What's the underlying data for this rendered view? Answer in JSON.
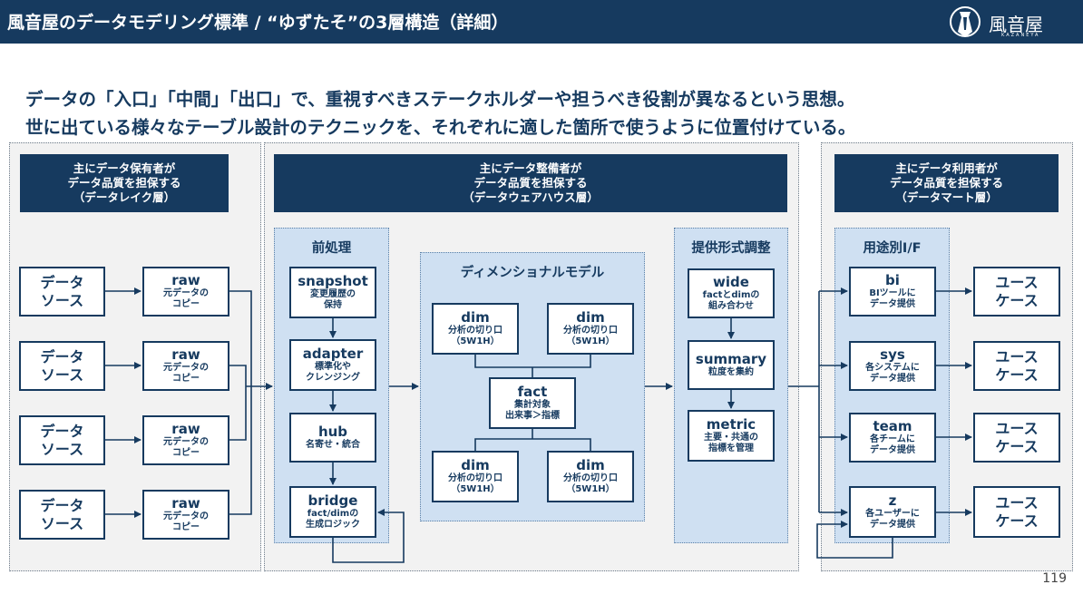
{
  "header": {
    "title": "風音屋のデータモデリング標準 / “ゆずたそ”の3層構造（詳細）",
    "logo_text": "風音屋",
    "logo_sub": "KAZANEYA"
  },
  "lead": {
    "line1": "データの「入口」「中間」「出口」で、重視すべきステークホルダーや担うべき役割が異なるという思想。",
    "line2": "世に出ている様々なテーブル設計のテクニックを、それぞれに適した箇所で使うように位置付けている。"
  },
  "lake": {
    "header": [
      "主にデータ保有者が",
      "データ品質を担保する",
      "（データレイク層）"
    ],
    "sources": [
      {
        "l1": "データ",
        "l2": "ソース"
      },
      {
        "l1": "データ",
        "l2": "ソース"
      },
      {
        "l1": "データ",
        "l2": "ソース"
      },
      {
        "l1": "データ",
        "l2": "ソース"
      }
    ],
    "raws": [
      {
        "title": "raw",
        "l1": "元データの",
        "l2": "コピー"
      },
      {
        "title": "raw",
        "l1": "元データの",
        "l2": "コピー"
      },
      {
        "title": "raw",
        "l1": "元データの",
        "l2": "コピー"
      },
      {
        "title": "raw",
        "l1": "元データの",
        "l2": "コピー"
      }
    ]
  },
  "warehouse": {
    "header": [
      "主にデータ整備者が",
      "データ品質を担保する",
      "（データウェアハウス層）"
    ],
    "preprocess": {
      "title": "前処理",
      "boxes": [
        {
          "title": "snapshot",
          "l1": "変更履歴の",
          "l2": "保持"
        },
        {
          "title": "adapter",
          "l1": "標準化や",
          "l2": "クレンジング"
        },
        {
          "title": "hub",
          "l1": "名寄せ・統合",
          "l2": ""
        },
        {
          "title": "bridge",
          "l1": "fact/dimの",
          "l2": "生成ロジック"
        }
      ]
    },
    "dimensional": {
      "title": "ディメンショナルモデル",
      "dims": [
        {
          "title": "dim",
          "l1": "分析の切り口",
          "l2": "（5W1H）"
        },
        {
          "title": "dim",
          "l1": "分析の切り口",
          "l2": "（5W1H）"
        },
        {
          "title": "dim",
          "l1": "分析の切り口",
          "l2": "（5W1H）"
        },
        {
          "title": "dim",
          "l1": "分析の切り口",
          "l2": "（5W1H）"
        }
      ],
      "fact": {
        "title": "fact",
        "l1": "集計対象",
        "l2": "出来事＞指標"
      }
    },
    "format": {
      "title": "提供形式調整",
      "boxes": [
        {
          "title": "wide",
          "l1": "factとdimの",
          "l2": "組み合わせ"
        },
        {
          "title": "summary",
          "l1": "粒度を集約",
          "l2": ""
        },
        {
          "title": "metric",
          "l1": "主要・共通の",
          "l2": "指標を管理"
        }
      ]
    }
  },
  "mart": {
    "header": [
      "主にデータ利用者が",
      "データ品質を担保する",
      "（データマート層）"
    ],
    "purpose": {
      "title": "用途別I/F",
      "boxes": [
        {
          "title": "bi",
          "l1": "BIツールに",
          "l2": "データ提供"
        },
        {
          "title": "sys",
          "l1": "各システムに",
          "l2": "データ提供"
        },
        {
          "title": "team",
          "l1": "各チームに",
          "l2": "データ提供"
        },
        {
          "title": "z",
          "l1": "各ユーザーに",
          "l2": "データ提供"
        }
      ]
    },
    "usecases": [
      {
        "l1": "ユース",
        "l2": "ケース"
      },
      {
        "l1": "ユース",
        "l2": "ケース"
      },
      {
        "l1": "ユース",
        "l2": "ケース"
      },
      {
        "l1": "ユース",
        "l2": "ケース"
      }
    ]
  },
  "page_number": "119",
  "colors": {
    "navy": "#163a5f",
    "light_blue": "#cfe0f2",
    "gray_bg": "#f2f2f2"
  }
}
